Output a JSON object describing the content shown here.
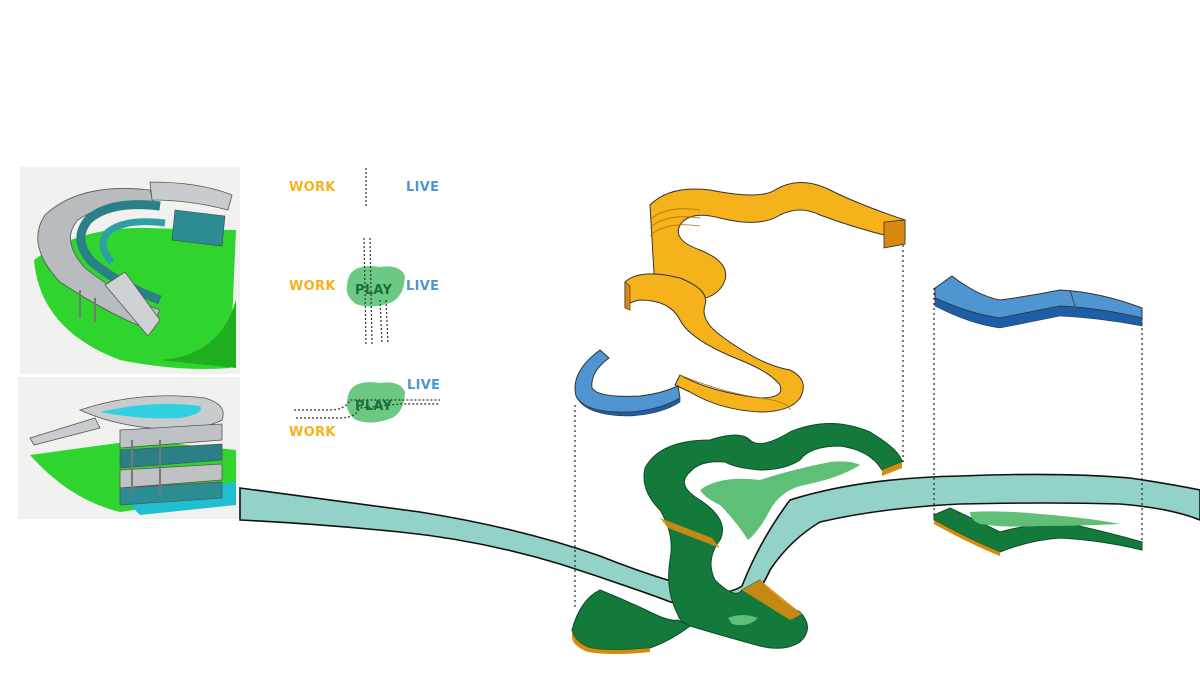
{
  "colors": {
    "work": "#f6b21a",
    "live": "#4f95d1",
    "play_fill": "#6cc984",
    "play_text": "#1a6e3a",
    "river": "#93d3c7",
    "green_dark": "#137a3c",
    "green_light": "#5fbf76",
    "orange": "#f6b21a",
    "orange_dark": "#d88a0f",
    "blue": "#4f95d1",
    "blue_dark": "#1e5ea8"
  },
  "legend": {
    "row1": {
      "work": "WORK",
      "live": "LIVE"
    },
    "row2": {
      "work": "WORK",
      "play": "PLAY",
      "live": "LIVE"
    },
    "row3": {
      "work": "WORK",
      "play": "PLAY",
      "live": "LIVE"
    }
  },
  "thumbnails": [
    {
      "icon": "curved-building-model-top-view"
    },
    {
      "icon": "curved-building-model-side-view"
    }
  ]
}
